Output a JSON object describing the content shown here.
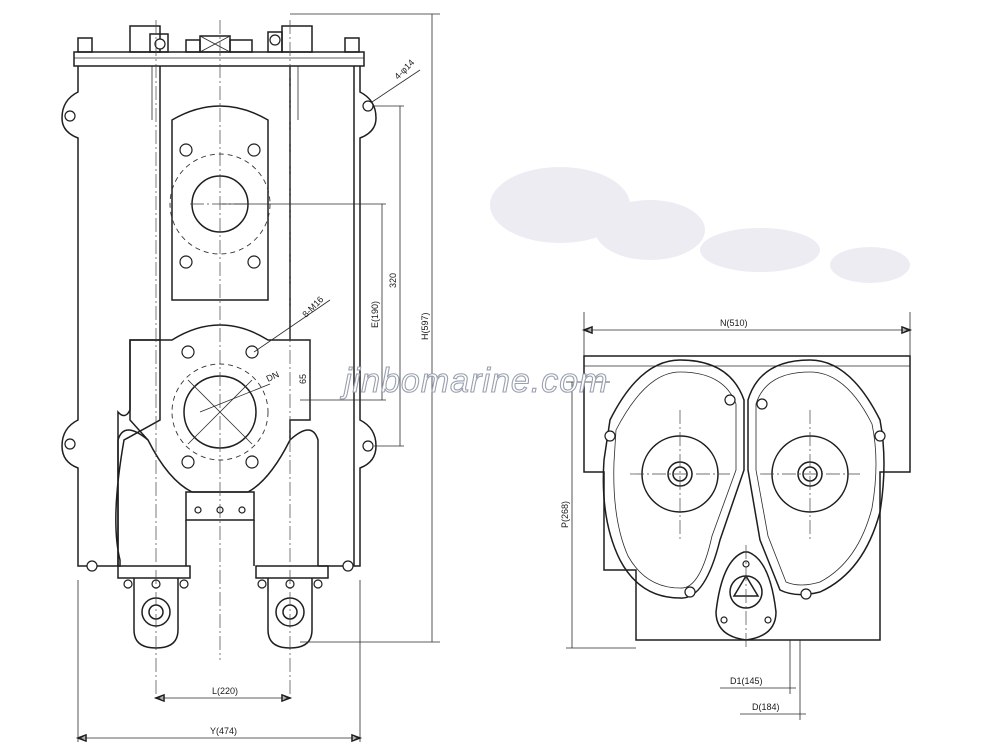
{
  "dimensions": {
    "bolt_holes_top": "4-φ14",
    "height_h": "H(597)",
    "offset_e": "E(190)",
    "length_320": "320",
    "flange_bolts": "8-M16",
    "dn": "DN",
    "offset_65": "65",
    "length_l": "L(220)",
    "width_y": "Y(474)",
    "width_n": "N(510)",
    "height_p": "P(268)",
    "dia_d1": "D1(145)",
    "dia_d": "D(184)"
  },
  "watermark": "jinbomarine.com",
  "colors": {
    "line": "#1e1e1e",
    "background": "#ffffff",
    "watermark_outline": "#9aa0b0"
  }
}
